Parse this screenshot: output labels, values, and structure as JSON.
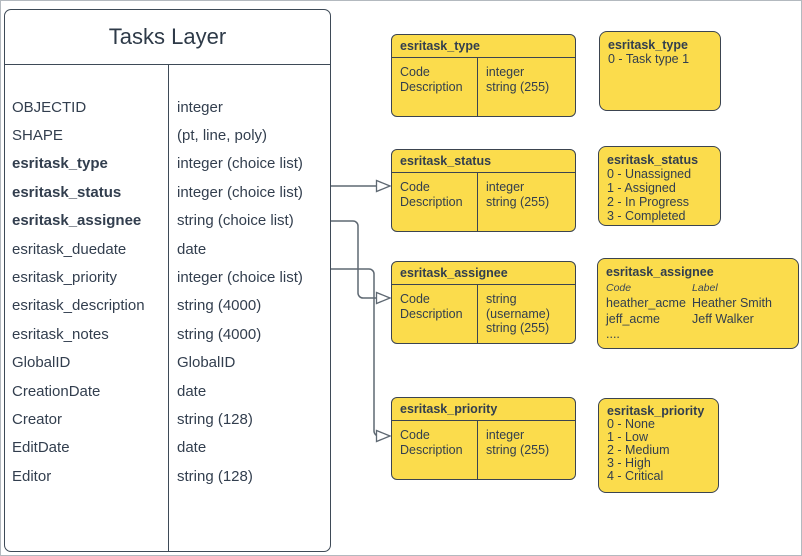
{
  "tasks_layer": {
    "title": "Tasks Layer",
    "fields": [
      {
        "name": "OBJECTID",
        "type": "integer"
      },
      {
        "name": "SHAPE",
        "type": "(pt, line, poly)"
      },
      {
        "name": "esritask_type",
        "type": "integer (choice list)"
      },
      {
        "name": "esritask_status",
        "type": "integer (choice list)"
      },
      {
        "name": "esritask_assignee",
        "type": "string (choice list)"
      },
      {
        "name": "esritask_duedate",
        "type": "date"
      },
      {
        "name": "esritask_priority",
        "type": "integer (choice list)"
      },
      {
        "name": "esritask_description",
        "type": "string (4000)"
      },
      {
        "name": "esritask_notes",
        "type": "string (4000)"
      },
      {
        "name": "GlobalID",
        "type": "GlobalID"
      },
      {
        "name": "CreationDate",
        "type": "date"
      },
      {
        "name": "Creator",
        "type": "string (128)"
      },
      {
        "name": "EditDate",
        "type": "date"
      },
      {
        "name": "Editor",
        "type": "string (128)"
      }
    ]
  },
  "schema_boxes": [
    {
      "title": "esritask_type",
      "rows": [
        {
          "field": "Code",
          "type": "integer"
        },
        {
          "field": "Description",
          "type": "string (255)"
        }
      ]
    },
    {
      "title": "esritask_status",
      "rows": [
        {
          "field": "Code",
          "type": "integer"
        },
        {
          "field": "Description",
          "type": "string (255)"
        }
      ]
    },
    {
      "title": "esritask_assignee",
      "rows": [
        {
          "field": "Code",
          "type": "string (username)"
        },
        {
          "field": "Description",
          "type": "string (255)"
        }
      ]
    },
    {
      "title": "esritask_priority",
      "rows": [
        {
          "field": "Code",
          "type": "integer"
        },
        {
          "field": "Description",
          "type": "string (255)"
        }
      ]
    }
  ],
  "value_boxes": {
    "type": {
      "title": "esritask_type",
      "values": [
        "0 - Task type 1"
      ]
    },
    "status": {
      "title": "esritask_status",
      "values": [
        "0 - Unassigned",
        "1 - Assigned",
        "2 - In Progress",
        "3 - Completed"
      ]
    },
    "assignee": {
      "title": "esritask_assignee",
      "col_headers": {
        "code": "Code",
        "label": "Label"
      },
      "rows": [
        {
          "code": "heather_acme",
          "label": "Heather Smith"
        },
        {
          "code": "jeff_acme",
          "label": "Jeff Walker"
        }
      ],
      "ellipsis": "...."
    },
    "priority": {
      "title": "esritask_priority",
      "values": [
        "0 - None",
        "1 - Low",
        "2 - Medium",
        "3 - High",
        "4 - Critical"
      ]
    }
  },
  "colors": {
    "box_fill": "#fbdc4c",
    "box_stroke": "#3b4450",
    "text": "#323e4e",
    "connector": "#5e6872"
  }
}
